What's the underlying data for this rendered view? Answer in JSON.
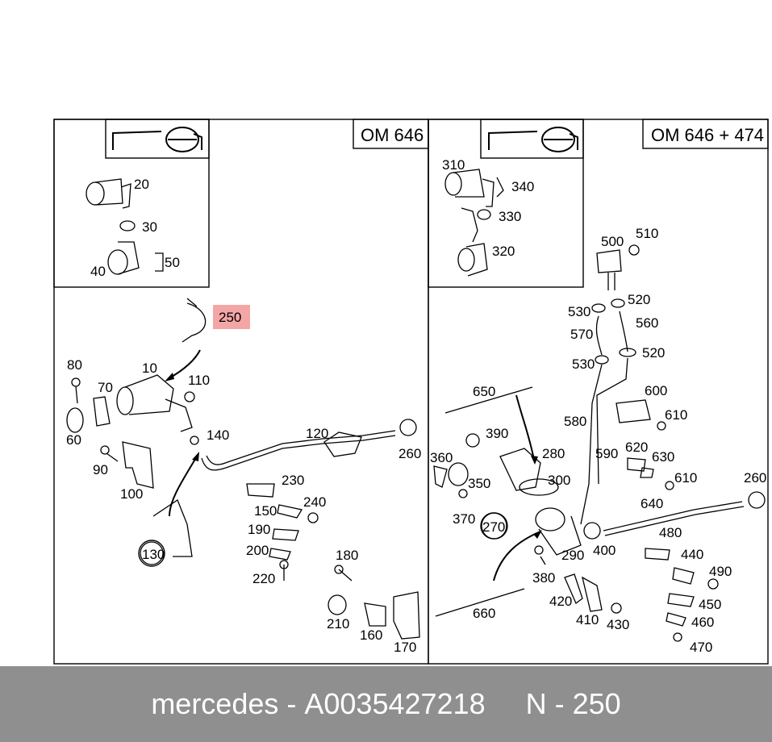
{
  "headers": {
    "left": "OM 646",
    "right": "OM 646 + 474"
  },
  "highlight_color": "#f4a6a6",
  "footer": {
    "brand": "mercedes",
    "separator": " - ",
    "part_number": "A0035427218",
    "position_label": "N - 250",
    "background": "#8f8f8f"
  },
  "left_inset_labels": [
    "20",
    "30",
    "40",
    "50"
  ],
  "left_labels": [
    "250",
    "80",
    "10",
    "110",
    "70",
    "60",
    "90",
    "100",
    "140",
    "120",
    "260",
    "230",
    "240",
    "150",
    "190",
    "200",
    "220",
    "130",
    "180",
    "210",
    "160",
    "170"
  ],
  "right_inset_labels": [
    "310",
    "340",
    "330",
    "320"
  ],
  "right_labels": [
    "500",
    "510",
    "520",
    "530",
    "560",
    "570",
    "530",
    "520",
    "650",
    "600",
    "610",
    "390",
    "280",
    "580",
    "360",
    "590",
    "620",
    "630",
    "350",
    "300",
    "610",
    "260",
    "640",
    "370",
    "270",
    "480",
    "400",
    "290",
    "440",
    "380",
    "490",
    "420",
    "450",
    "410",
    "430",
    "460",
    "660",
    "470"
  ]
}
